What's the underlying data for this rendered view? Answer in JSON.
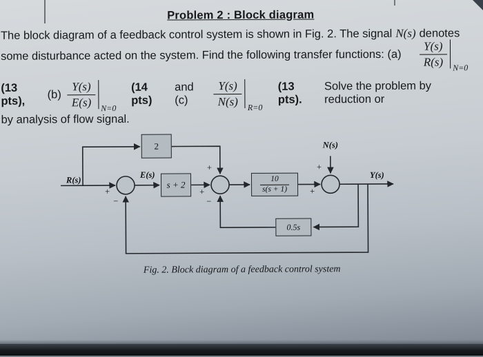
{
  "title": "Problem 2 : Block diagram",
  "paragraph": {
    "line1_pre": "The block diagram of a feedback control system is shown in Fig. 2. The signal",
    "line1_math": "N(s)",
    "line1_post": "denotes",
    "line2": "some disturbance acted on the system. Find the following transfer functions: (a)",
    "pts_a": "(13 pts),",
    "label_b": "(b)",
    "pts_b": "(14 pts)",
    "and_c": "and (c)",
    "pts_c": "(13 pts).",
    "solve": "Solve the problem by reduction or",
    "line4": "by analysis of flow signal."
  },
  "fractions": {
    "a": {
      "num": "Y(s)",
      "den": "R(s)",
      "cond": "N=0"
    },
    "b": {
      "num": "Y(s)",
      "den": "E(s)",
      "cond": "N=0"
    },
    "c": {
      "num": "Y(s)",
      "den": "N(s)",
      "cond": "R=0"
    }
  },
  "diagram": {
    "signals": {
      "r": "R(s)",
      "e": "E(s)",
      "n": "N(s)",
      "y": "Y(s)"
    },
    "blocks": {
      "gain": "2",
      "controller": "s + 2",
      "plant_num": "10",
      "plant_den": "s(s + 1)",
      "feedback": "0.5s"
    },
    "signs": {
      "plus": "+",
      "minus": "−"
    },
    "caption": "Fig. 2.  Block diagram of a feedback control system"
  }
}
